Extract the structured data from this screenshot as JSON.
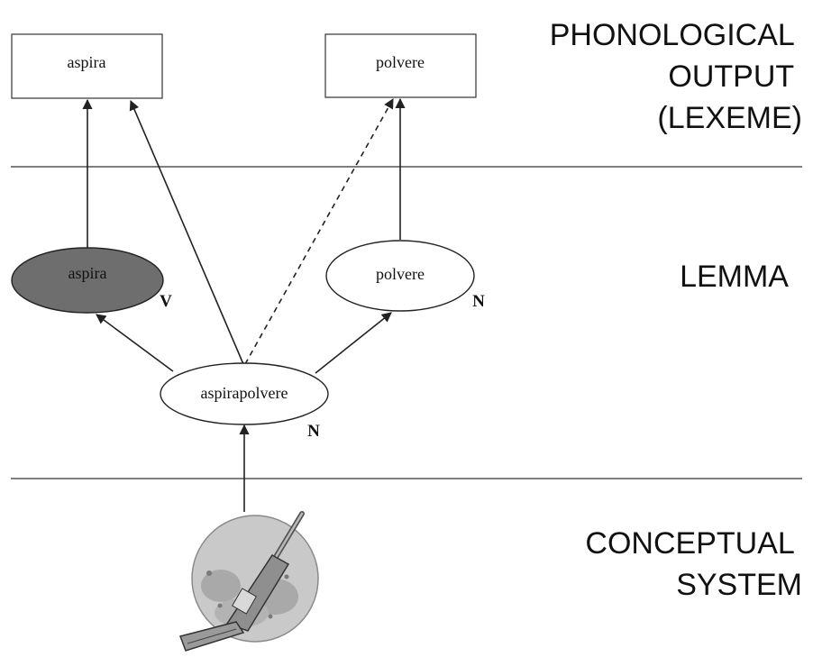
{
  "levels": {
    "phonological": [
      "PHONOLOGICAL",
      "OUTPUT",
      "(LEXEME)"
    ],
    "lemma": "LEMMA",
    "conceptual": [
      "CONCEPTUAL",
      "SYSTEM"
    ]
  },
  "lexemes": {
    "aspira": "aspira",
    "polvere": "polvere"
  },
  "lemmas": {
    "aspira": {
      "label": "aspira",
      "pos": "V"
    },
    "polvere": {
      "label": "polvere",
      "pos": "N"
    },
    "compound": {
      "label": "aspirapolvere",
      "pos": "N"
    }
  },
  "concept": {
    "icon": "vacuum-cleaner-icon"
  },
  "colors": {
    "line": "#222222",
    "activated_lemma": "#6e6e6e",
    "concept_circle": "#c9c9c9"
  }
}
